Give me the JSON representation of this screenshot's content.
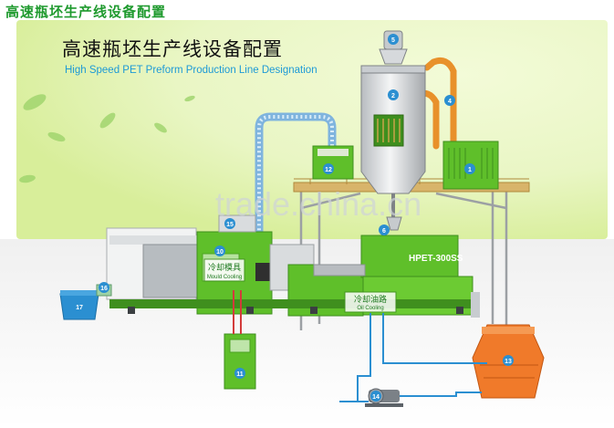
{
  "page": {
    "top_title": "高速瓶坯生产线设备配置",
    "main_title": "高速瓶坯生产线设备配置",
    "subtitle": "High Speed PET  Preform  Production  Line  Designation"
  },
  "diagram": {
    "watermark": "trade.china.cn",
    "machine_model": "HPET-300SS",
    "mould_label_cn": "冷却模具",
    "mould_label_en": "Mould Cooling",
    "oil_label_cn": "冷却油路",
    "oil_label_en": "Oil Cooling",
    "numbers": {
      "n1": "1",
      "n2": "2",
      "n4": "4",
      "n5": "5",
      "n6": "6",
      "n10": "10",
      "n11": "11",
      "n12": "12",
      "n13": "13",
      "n14": "14",
      "n15": "15",
      "n16": "16",
      "n17": "17"
    },
    "colors": {
      "green": "#5fbf2a",
      "dark_green": "#3f8f1e",
      "orange": "#e8912b",
      "blue_pipe": "#2b8fd1",
      "tower": "#f07a2a",
      "title_green": "#1f9a2e",
      "subtitle_blue": "#1d9ad6"
    }
  }
}
